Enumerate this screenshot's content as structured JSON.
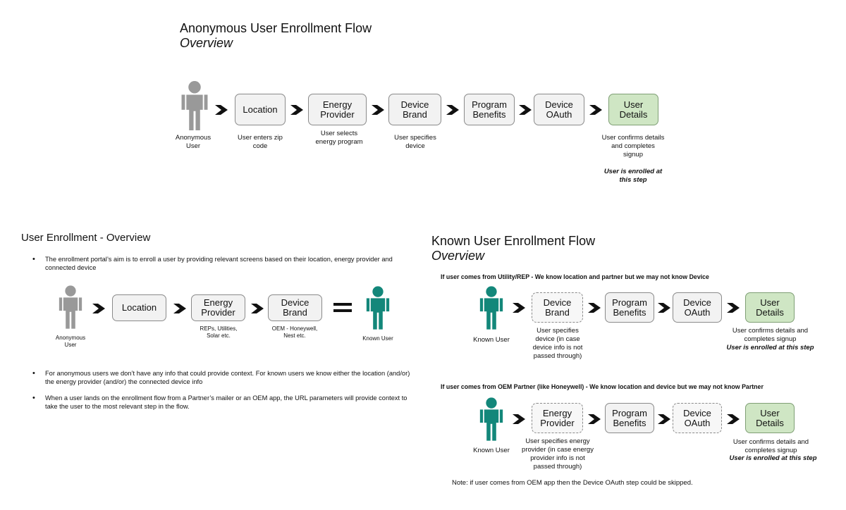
{
  "anonymous": {
    "title": "Anonymous User Enrollment Flow",
    "subtitle": "Overview",
    "actor_label": "Anonymous User",
    "steps": [
      {
        "label": "Location",
        "caption": "User enters zip code"
      },
      {
        "label": "Energy Provider",
        "caption": "User selects energy program"
      },
      {
        "label": "Device Brand",
        "caption": "User specifies device"
      },
      {
        "label": "Program Benefits",
        "caption": ""
      },
      {
        "label": "Device OAuth",
        "caption": ""
      },
      {
        "label": "User Details",
        "caption": "User confirms details and completes signup"
      }
    ],
    "enrolled_note": "User is enrolled at this step"
  },
  "overview": {
    "title": "User Enrollment - Overview",
    "bullet1": "The enrollment portal’s aim is to enroll a user by providing relevant screens based on their location, energy provider and connected device",
    "actor_label": "Anonymous User",
    "steps": [
      {
        "label": "Location",
        "caption": ""
      },
      {
        "label": "Energy Provider",
        "caption": "REPs, Utilities, Solar etc."
      },
      {
        "label": "Device Brand",
        "caption": "OEM - Honeywell, Nest etc."
      }
    ],
    "equals_sign": "=",
    "result_label": "Known User",
    "bullet2": "For anonymous users we don’t have any info that could provide context. For known users we know either the location (and/or) the energy provider (and/or) the connected device info",
    "bullet3": "When a user lands on the enrollment flow from a Partner’s mailer or an OEM app, the URL parameters will provide context to take the user to the most relevant step in the flow."
  },
  "known": {
    "title": "Known User Enrollment Flow",
    "subtitle": "Overview",
    "flow1": {
      "heading": "If user comes from Utility/REP - We know location and partner but we may not know Device",
      "actor_label": "Known User",
      "steps": [
        {
          "label": "Device Brand",
          "caption": "User specifies device (in case device info is not passed through)"
        },
        {
          "label": "Program Benefits",
          "caption": ""
        },
        {
          "label": "Device OAuth",
          "caption": ""
        },
        {
          "label": "User Details",
          "caption": "User confirms details and completes signup"
        }
      ],
      "enrolled_note": "User is enrolled at this step"
    },
    "flow2": {
      "heading": "If user comes from OEM Partner (like Honeywell) - We know location and device but we may not know Partner",
      "actor_label": "Known User",
      "steps": [
        {
          "label": "Energy Provider",
          "caption": "User specifies energy provider (in case energy provider info is not passed through)"
        },
        {
          "label": "Program Benefits",
          "caption": ""
        },
        {
          "label": "Device OAuth",
          "caption": ""
        },
        {
          "label": "User Details",
          "caption": "User confirms details and completes signup"
        }
      ],
      "enrolled_note": "User is enrolled at this step"
    },
    "note": "Note: if user comes from OEM app then the Device OAuth step could be skipped."
  },
  "colors": {
    "anonymous_person": "#999999",
    "known_person": "#13877a",
    "box_fill": "#f2f2f2",
    "box_border": "#8a8a8a",
    "highlight_fill": "#cfe6c4",
    "arrow": "#111111"
  }
}
